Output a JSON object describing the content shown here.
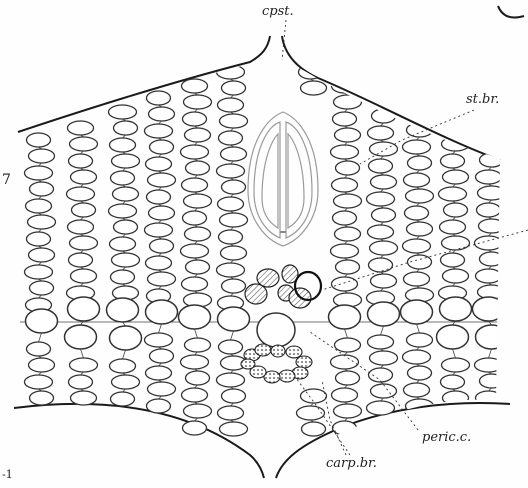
{
  "figure": {
    "labels": {
      "cpst": "cpst.",
      "st_br": "st.br.",
      "peric_c": "peric.c.",
      "carp_br": "carp.br.",
      "left_margin": "7",
      "corner_mark": "‑1"
    }
  }
}
